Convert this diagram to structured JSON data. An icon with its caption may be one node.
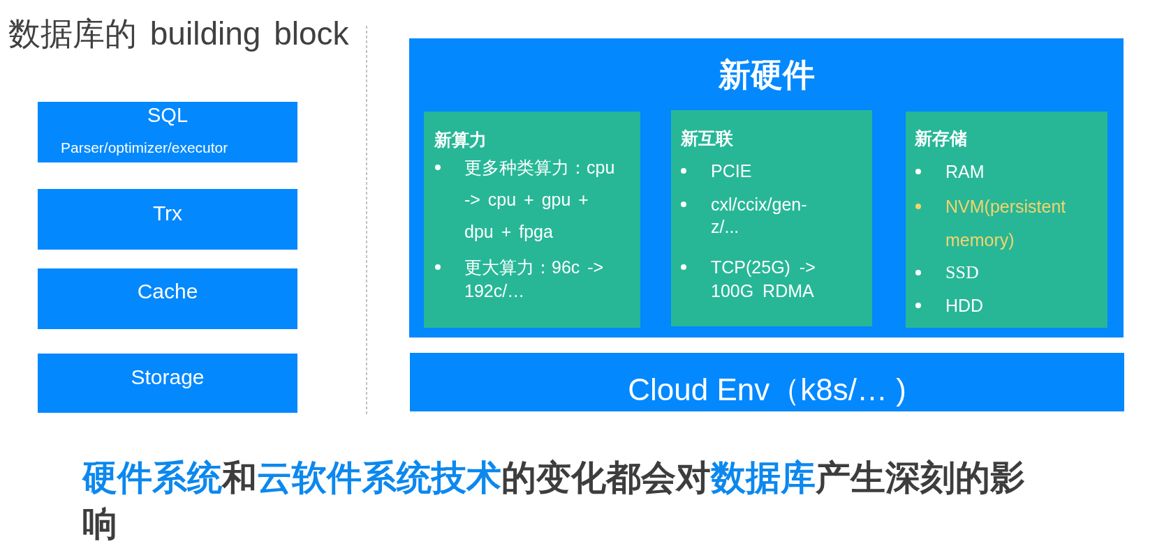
{
  "diagram": {
    "title": "数据库的 building block",
    "caption": "硬件系统和云软件系统技术的变化都会对数据库产生深刻的影响",
    "nodes": [
      {
        "text": [
          "SQL",
          "Parser/optimizer/executor"
        ]
      },
      {
        "text": [
          "Trx"
        ]
      },
      {
        "text": [
          "Cache"
        ]
      },
      {
        "text": [
          "Storage"
        ]
      },
      {
        "text": [
          "新硬件"
        ]
      },
      {
        "text": [
          "新算力",
          "更多种类算力：cpu -> cpu + gpu + dpu + fpga",
          "更大算力：96c -> 192c/…"
        ],
        "in": 4
      },
      {
        "text": [
          "新互联",
          "PCIE",
          "cxl/ccix/gen-z/...",
          "TCP(25G) -> 100G RDMA"
        ],
        "in": 4
      },
      {
        "text": [
          "新存储",
          "RAM",
          "NVM(persistent memory)",
          "SSD",
          "HDD"
        ],
        "in": 4
      },
      {
        "text": [
          "Cloud Env（k8s/… )"
        ]
      }
    ]
  }
}
